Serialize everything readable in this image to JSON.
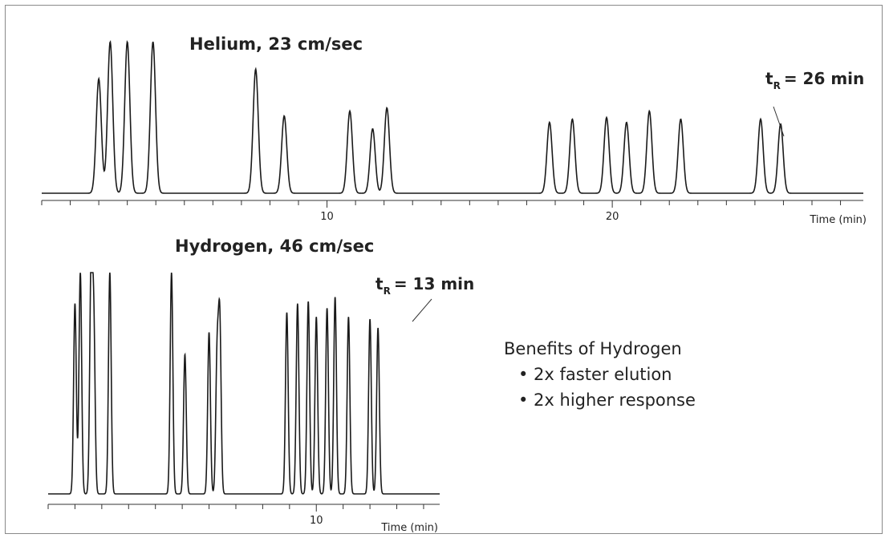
{
  "chart_data": [
    {
      "type": "line",
      "title": "Helium, 23 cm/sec",
      "xlabel": "Time (min)",
      "xlim": [
        0,
        28.8
      ],
      "ylim": [
        0,
        1
      ],
      "x_ticks_labeled": [
        10,
        20
      ],
      "x_tick_step": 1,
      "annotation": {
        "symbol": "t",
        "subscript": "R",
        "text": "= 26 min",
        "x": 25.8
      },
      "peaks": [
        {
          "x": 2.0,
          "height": 0.71
        },
        {
          "x": 2.4,
          "height": 0.94
        },
        {
          "x": 3.0,
          "height": 0.94
        },
        {
          "x": 3.9,
          "height": 0.94
        },
        {
          "x": 7.5,
          "height": 0.77
        },
        {
          "x": 8.5,
          "height": 0.48
        },
        {
          "x": 10.8,
          "height": 0.51
        },
        {
          "x": 11.6,
          "height": 0.4
        },
        {
          "x": 12.1,
          "height": 0.53
        },
        {
          "x": 17.8,
          "height": 0.44
        },
        {
          "x": 18.6,
          "height": 0.46
        },
        {
          "x": 19.8,
          "height": 0.47
        },
        {
          "x": 20.5,
          "height": 0.44
        },
        {
          "x": 21.3,
          "height": 0.51
        },
        {
          "x": 22.4,
          "height": 0.46
        },
        {
          "x": 25.2,
          "height": 0.46
        },
        {
          "x": 25.9,
          "height": 0.43
        }
      ]
    },
    {
      "type": "line",
      "title": "Hydrogen, 46 cm/sec",
      "xlabel": "Time (min)",
      "xlim": [
        0,
        14.6
      ],
      "ylim": [
        0,
        1
      ],
      "x_ticks_labeled": [
        10
      ],
      "x_tick_step": 1,
      "annotation": {
        "symbol": "t",
        "subscript": "R",
        "text": "= 13 min",
        "x": 12.8
      },
      "peaks": [
        {
          "x": 1.0,
          "height": 0.86
        },
        {
          "x": 1.2,
          "height": 1.0
        },
        {
          "x": 1.6,
          "height": 1.0
        },
        {
          "x": 1.7,
          "height": 0.77
        },
        {
          "x": 2.3,
          "height": 1.0
        },
        {
          "x": 4.6,
          "height": 1.0
        },
        {
          "x": 5.1,
          "height": 0.63
        },
        {
          "x": 6.0,
          "height": 0.73
        },
        {
          "x": 6.3,
          "height": 0.61
        },
        {
          "x": 6.4,
          "height": 0.77
        },
        {
          "x": 8.9,
          "height": 0.82
        },
        {
          "x": 9.3,
          "height": 0.86
        },
        {
          "x": 9.7,
          "height": 0.87
        },
        {
          "x": 10.0,
          "height": 0.8
        },
        {
          "x": 10.4,
          "height": 0.84
        },
        {
          "x": 10.7,
          "height": 0.89
        },
        {
          "x": 11.2,
          "height": 0.8
        },
        {
          "x": 12.0,
          "height": 0.79
        },
        {
          "x": 12.3,
          "height": 0.75
        }
      ]
    }
  ],
  "benefits": {
    "heading": "Benefits of Hydrogen",
    "items": [
      "• 2x faster elution",
      "• 2x higher response"
    ]
  }
}
